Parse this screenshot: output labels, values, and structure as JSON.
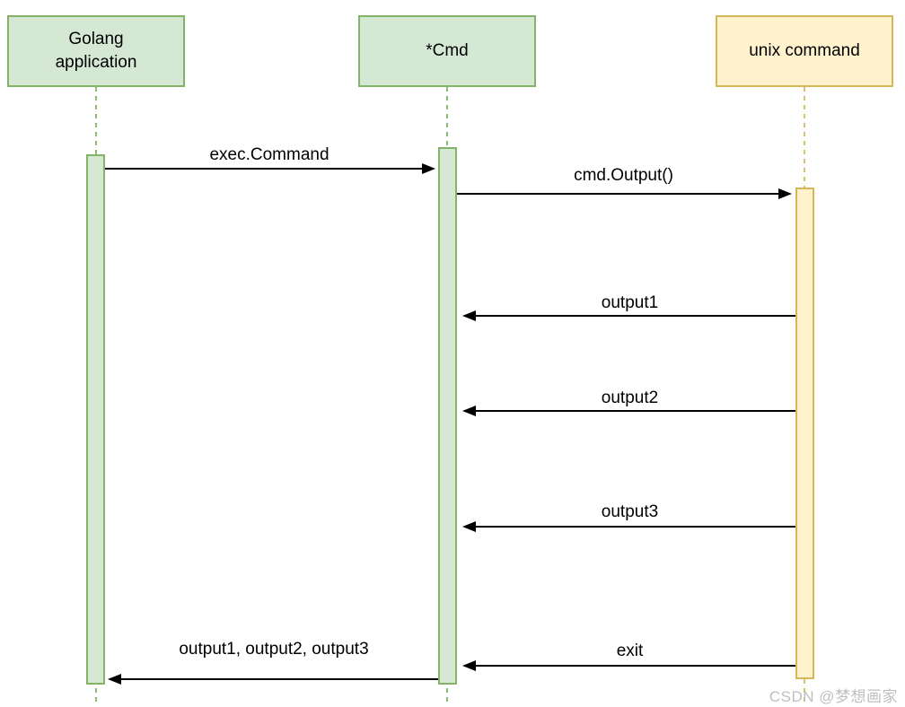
{
  "diagram_type": "uml-sequence",
  "actors": [
    {
      "id": "golang-application",
      "label": "Golang\napplication",
      "fill": "#d5e8d4",
      "stroke": "#82b366"
    },
    {
      "id": "cmd",
      "label": "*Cmd",
      "fill": "#d5e8d4",
      "stroke": "#82b366"
    },
    {
      "id": "unix-command",
      "label": "unix command",
      "fill": "#fff2cc",
      "stroke": "#d6b656"
    }
  ],
  "messages": [
    {
      "label": "exec.Command",
      "from": "Golang application",
      "to": "*Cmd",
      "direction": "right"
    },
    {
      "label": "cmd.Output()",
      "from": "*Cmd",
      "to": "unix command",
      "direction": "right"
    },
    {
      "label": "output1",
      "from": "unix command",
      "to": "*Cmd",
      "direction": "left"
    },
    {
      "label": "output2",
      "from": "unix command",
      "to": "*Cmd",
      "direction": "left"
    },
    {
      "label": "output3",
      "from": "unix command",
      "to": "*Cmd",
      "direction": "left"
    },
    {
      "label": "exit",
      "from": "unix command",
      "to": "*Cmd",
      "direction": "left"
    },
    {
      "label": "output1, output2, output3",
      "from": "*Cmd",
      "to": "Golang application",
      "direction": "left"
    }
  ],
  "watermark": "CSDN @梦想画家",
  "colors": {
    "green_fill": "#d5e8d4",
    "green_stroke": "#82b366",
    "yellow_fill": "#fff2cc",
    "yellow_stroke": "#d6b656",
    "arrow": "#000000",
    "watermark": "#bfbfbf",
    "background": "#ffffff"
  }
}
